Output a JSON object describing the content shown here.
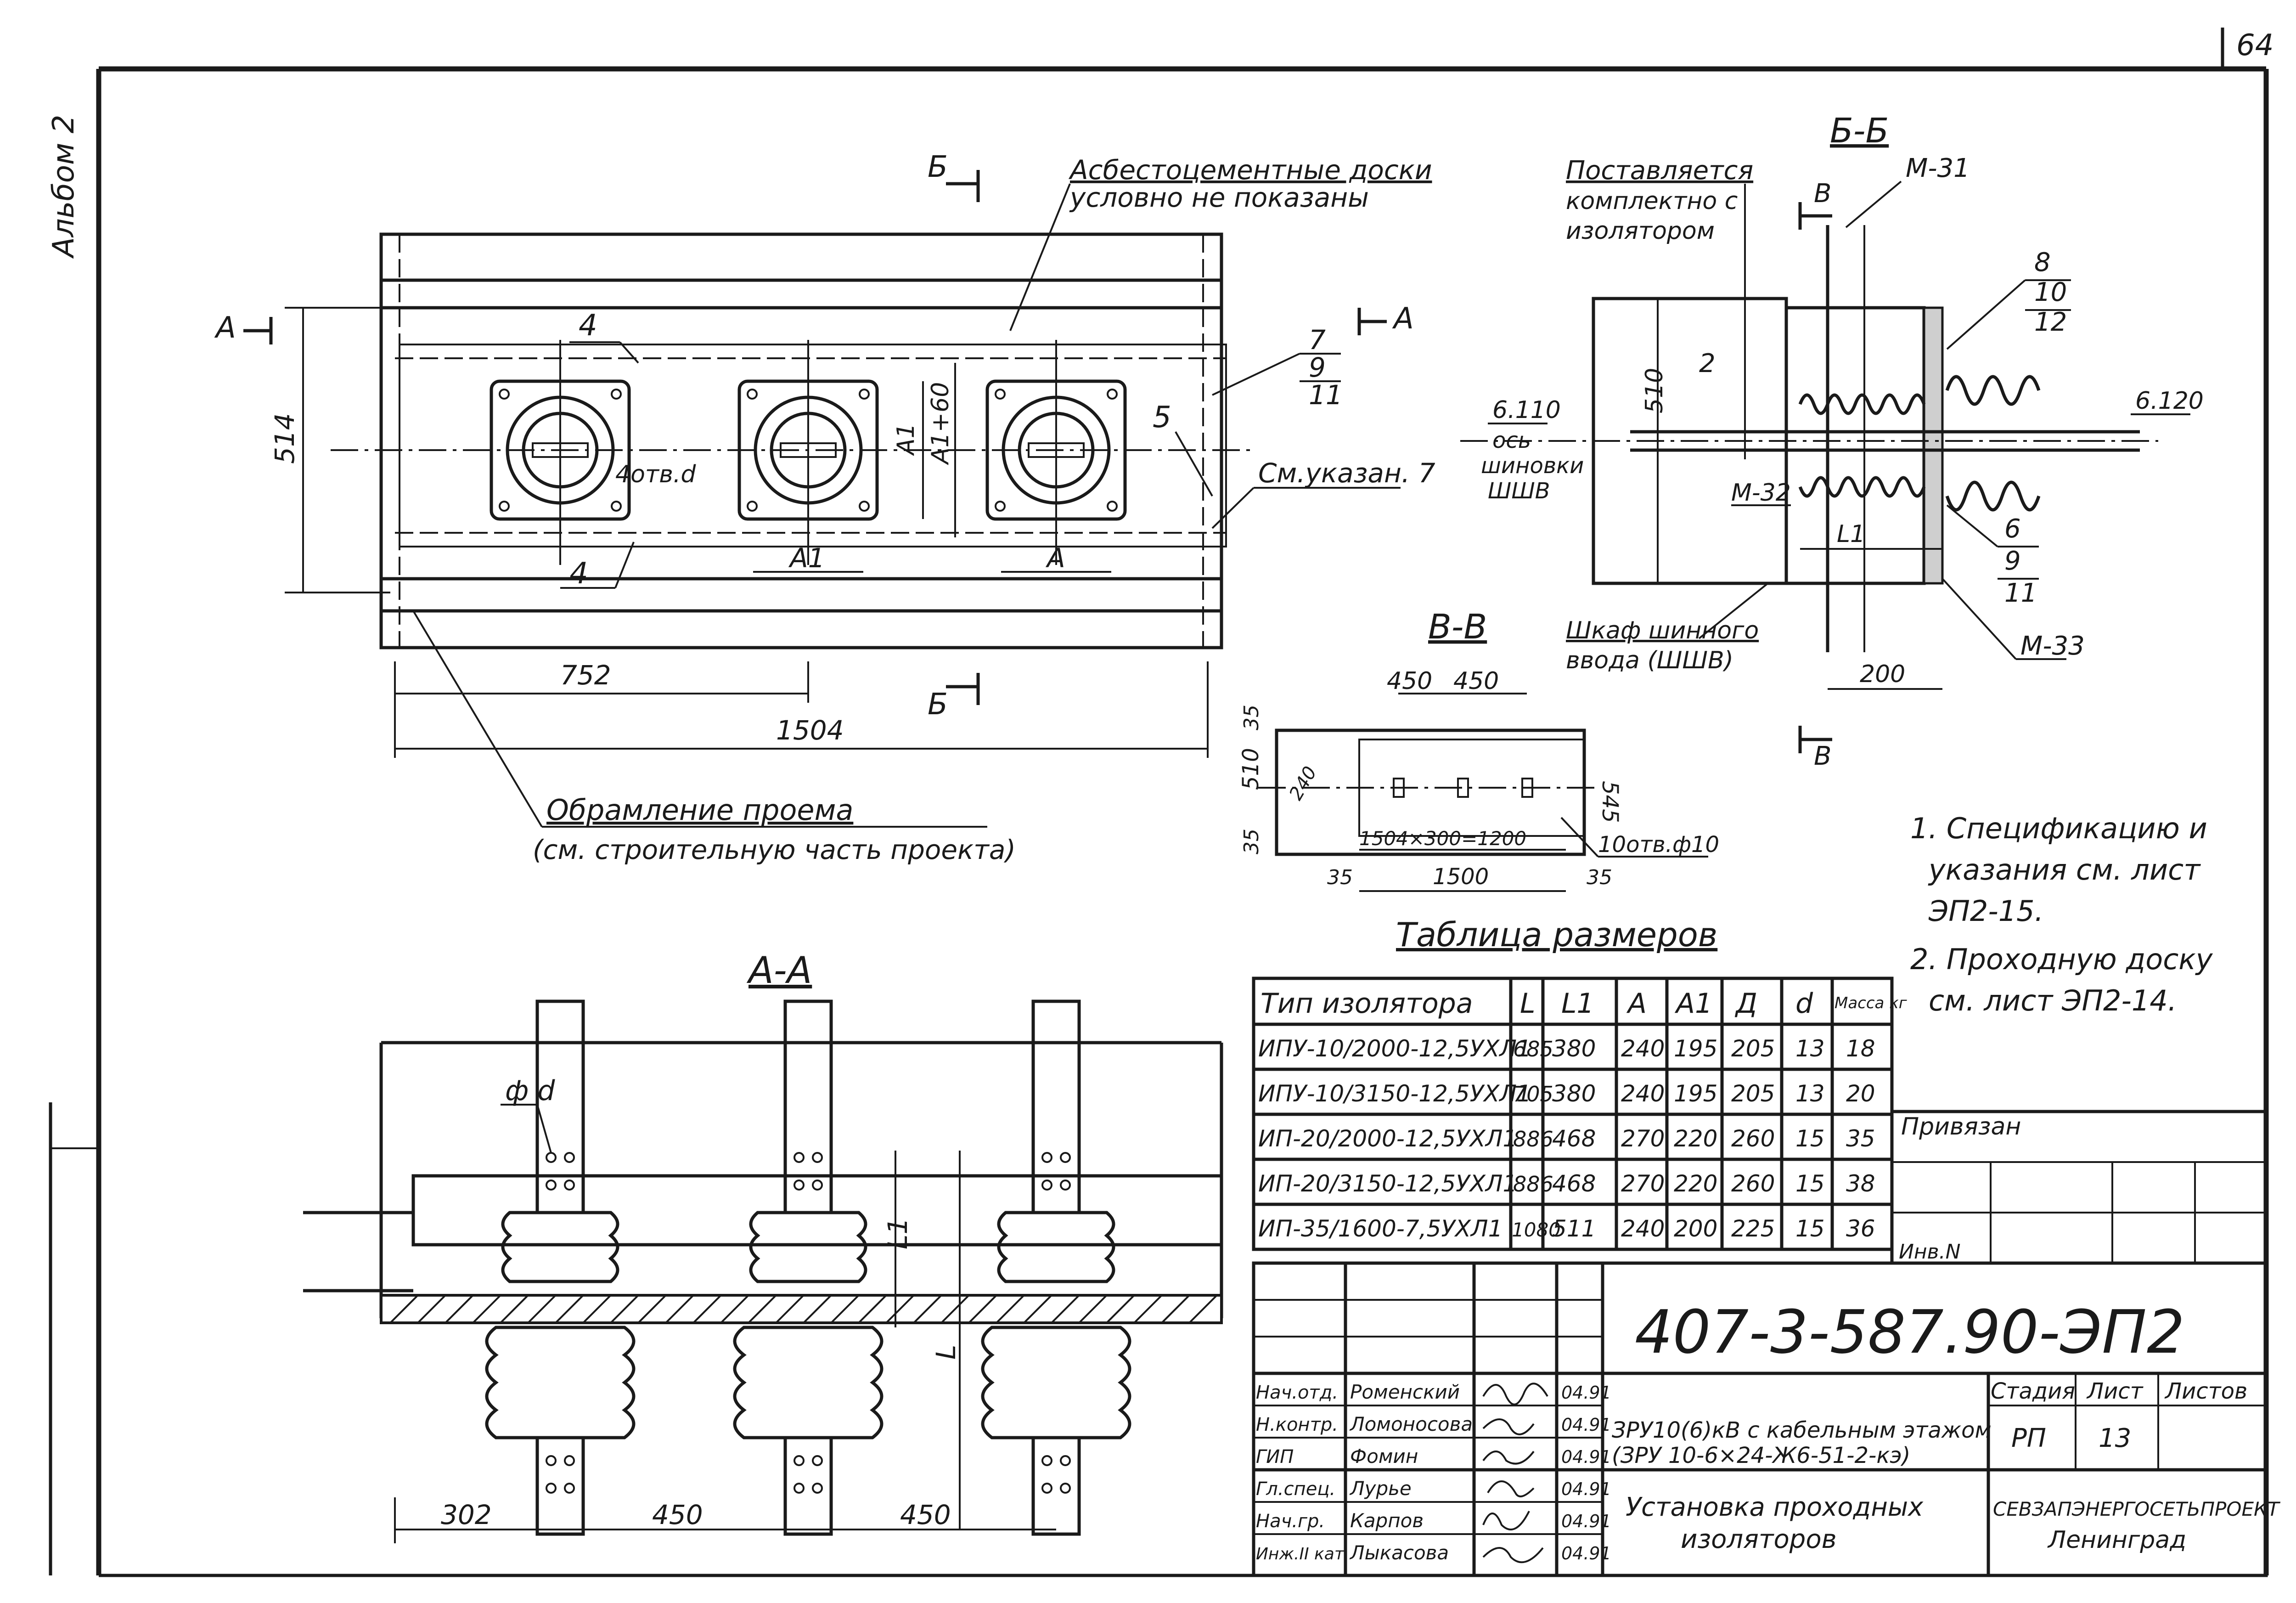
{
  "sheet": {
    "page_number": "64",
    "album_label": "Альбом 2",
    "doc_code": "407-3-587.90-ЭП2"
  },
  "plan_view": {
    "note_asbestos_1": "Асбестоцементные доски",
    "note_asbestos_2": "условно не показаны",
    "section_a": "А",
    "section_b": "Б",
    "frame_note_1": "Обрамление проема",
    "frame_note_2": "(см. строительную часть проекта)",
    "see_note": "См.указан. 7",
    "holes_label": "4отв.d",
    "dim_514": "514",
    "dim_752": "752",
    "dim_1504": "1504",
    "dim_A": "А",
    "dim_A1": "А1",
    "dim_A1_60": "А1+60",
    "callout_4": "4",
    "callout_5": "5",
    "callout_7": "7",
    "callout_9": "9",
    "callout_11": "11"
  },
  "section_bb": {
    "title": "Б-Б",
    "supplied_1": "Поставляется",
    "supplied_2": "комплектно с",
    "supplied_3": "изолятором",
    "mark_v": "В",
    "m31": "М-31",
    "m32": "М-32",
    "m33": "М-33",
    "c8": "8",
    "c10": "10",
    "c12": "12",
    "c6": "6",
    "c9": "9",
    "c11": "11",
    "c2": "2",
    "elev_left": "6.110",
    "axis_1": "ось",
    "axis_2": "шиновки",
    "axis_3": "ШШВ",
    "elev_right": "6.120",
    "dim_510": "510",
    "dim_L1": "L1",
    "dim_200": "200",
    "cabinet_1": "Шкаф шинного",
    "cabinet_2": "ввода (ШШВ)"
  },
  "section_vv": {
    "title": "В-В",
    "dim_450a": "450",
    "dim_450b": "450",
    "dim_35a": "35",
    "dim_510": "510",
    "dim_35b": "35",
    "dim_240": "240",
    "dim_545": "545",
    "dim_150": "150",
    "dim_4x300": "4×300=1200",
    "dim_1500": "1500",
    "dim_35c": "35",
    "dim_35d": "35",
    "holes": "10отв.ф10"
  },
  "section_aa": {
    "title": "А-А",
    "dia_d": "ф d",
    "dim_L1": "L1",
    "dim_L": "L",
    "dim_302": "302",
    "dim_450a": "450",
    "dim_450b": "450"
  },
  "notes": [
    "1. Спецификацию и",
    "указания см. лист",
    "ЭП2-15.",
    "2. Проходную доску",
    "см. лист ЭП2-14."
  ],
  "dim_table": {
    "title": "Таблица размеров",
    "headers": [
      "Тип изолятора",
      "L",
      "L1",
      "А",
      "А1",
      "Д",
      "d",
      "Масса кг"
    ],
    "rows": [
      [
        "ИПУ-10/2000-12,5УХЛ1",
        "685",
        "380",
        "240",
        "195",
        "205",
        "13",
        "18"
      ],
      [
        "ИПУ-10/3150-12,5УХЛ1",
        "705",
        "380",
        "240",
        "195",
        "205",
        "13",
        "20"
      ],
      [
        "ИП-20/2000-12,5УХЛ1",
        "886",
        "468",
        "270",
        "220",
        "260",
        "15",
        "35"
      ],
      [
        "ИП-20/3150-12,5УХЛ1",
        "886",
        "468",
        "270",
        "220",
        "260",
        "15",
        "38"
      ],
      [
        "ИП-35/1600-7,5УХЛ1",
        "1080",
        "511",
        "240",
        "200",
        "225",
        "15",
        "36"
      ]
    ]
  },
  "stamp": {
    "privyazan": "Привязан",
    "inv": "Инв.N",
    "title_1": "ЗРУ10(6)кВ с кабельным этажом",
    "title_2": "(ЗРУ 10-6×24-Ж6-51-2-кэ)",
    "sheet_title_1": "Установка проходных",
    "sheet_title_2": "изоляторов",
    "stage_label": "Стадия",
    "sheet_label": "Лист",
    "sheets_label": "Листов",
    "stage": "РП",
    "sheet": "13",
    "org_1": "СЕВЗАПЭНЕРГОСЕТЬПРОЕКТ",
    "org_2": "Ленинград",
    "people": [
      {
        "role": "Нач.отд.",
        "name": "Роменский",
        "date": "04.91"
      },
      {
        "role": "Н.контр.",
        "name": "Ломоносова",
        "date": "04.91"
      },
      {
        "role": "ГИП",
        "name": "Фомин",
        "date": "04.91"
      },
      {
        "role": "Гл.спец.",
        "name": "Лурье",
        "date": "04.91"
      },
      {
        "role": "Нач.гр.",
        "name": "Карпов",
        "date": "04.91"
      },
      {
        "role": "Инж.II кат.",
        "name": "Лыкасова",
        "date": "04.91"
      }
    ]
  }
}
